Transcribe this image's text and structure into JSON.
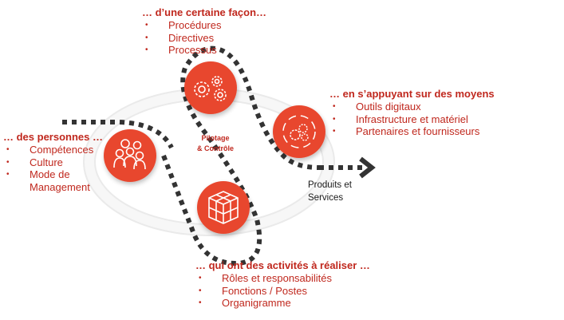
{
  "colors": {
    "accent_red": "#e8462e",
    "text_red": "#c0281e",
    "dots": "#333333",
    "ring": "#f2f2f2"
  },
  "blocks": {
    "how": {
      "heading": "… d’une certaine façon…",
      "items": [
        "Procédures",
        "Directives",
        "Processus"
      ]
    },
    "means": {
      "heading": "… en s’appuyant sur des moyens",
      "items": [
        "Outils digitaux",
        "Infrastructure et matériel",
        "Partenaires et fournisseurs"
      ]
    },
    "people": {
      "heading": "… des personnes …",
      "items": [
        "Compétences",
        "Culture",
        "Mode de Management"
      ]
    },
    "activities": {
      "heading": "… qui ont des activités à réaliser …",
      "items": [
        "Rôles et responsabilités",
        "Fonctions / Postes",
        "Organigramme"
      ]
    }
  },
  "bullet": "•",
  "center_label": {
    "line1": "Pilotage",
    "line2": "& Contrôle"
  },
  "output_label": {
    "line1": "Produits et",
    "line2": "Services"
  },
  "nodes": [
    {
      "id": "process",
      "icon": "gears-icon"
    },
    {
      "id": "means",
      "icon": "gears-cycle-icon"
    },
    {
      "id": "people",
      "icon": "people-group-icon"
    },
    {
      "id": "activities",
      "icon": "cubes-icon"
    }
  ]
}
